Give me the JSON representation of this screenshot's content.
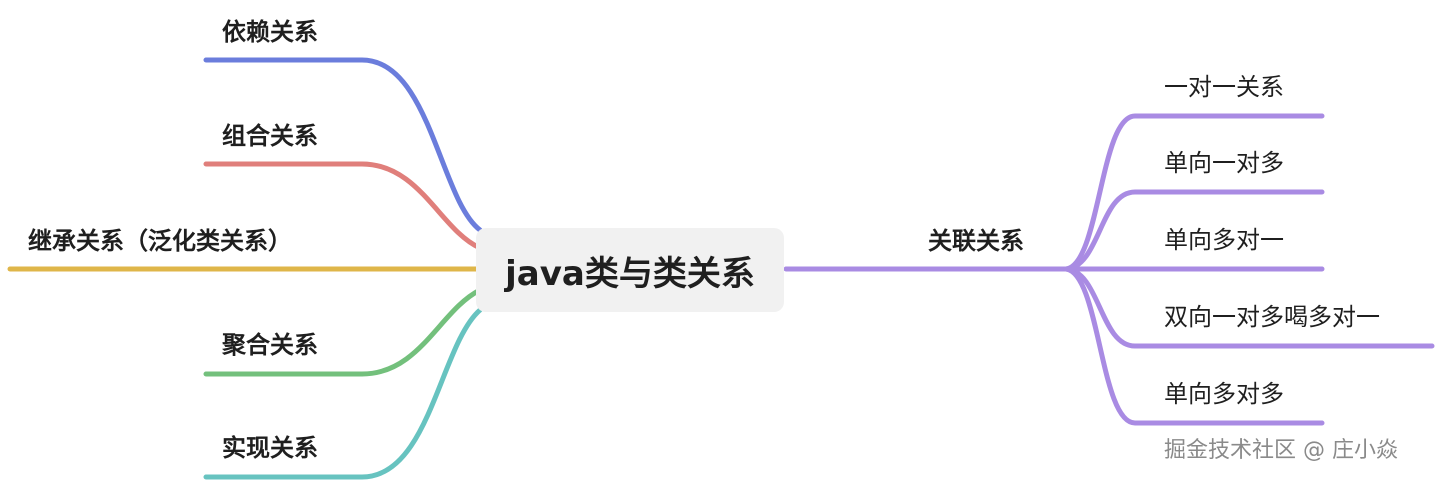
{
  "root": {
    "label": "java类与类关系"
  },
  "left_branches": [
    {
      "label": "依赖关系",
      "color": "#6b7ddc"
    },
    {
      "label": "组合关系",
      "color": "#e07f7b"
    },
    {
      "label": "继承关系（泛化类关系）",
      "color": "#dfb649"
    },
    {
      "label": "聚合关系",
      "color": "#73c07c"
    },
    {
      "label": "实现关系",
      "color": "#67c3c0"
    }
  ],
  "right_branch": {
    "label": "关联关系",
    "color": "#a98be3",
    "children": [
      {
        "label": "一对一关系"
      },
      {
        "label": "单向一对多"
      },
      {
        "label": "单向多对一"
      },
      {
        "label": "双向一对多喝多对一"
      },
      {
        "label": "单向多对多"
      }
    ]
  },
  "watermark": "掘金技术社区 @ 庄小焱"
}
